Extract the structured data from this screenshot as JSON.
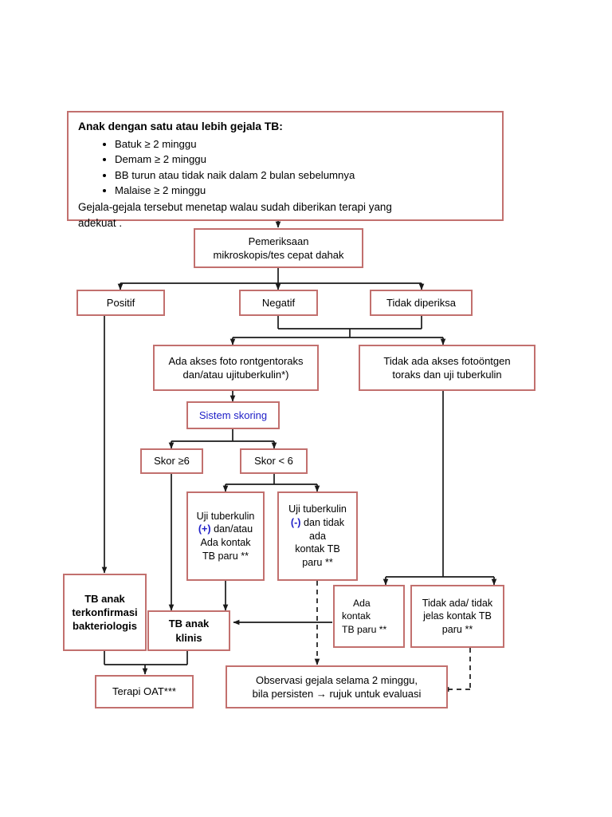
{
  "diagram": {
    "title": "Alur diagnosis TB anak",
    "colors": {
      "box_border": "#c2706e",
      "connector": "#1a1a1a",
      "accent_blue": "#2020c8",
      "background": "#ffffff"
    },
    "nodes": {
      "root": {
        "heading": "Anak dengan satu atau lebih gejala TB:",
        "bullets": [
          "Batuk ≥ 2 minggu",
          "Demam ≥ 2 minggu",
          "BB turun atau tidak naik dalam 2 bulan sebelumnya",
          "Malaise ≥ 2 minggu"
        ],
        "footer_line1": "Gejala-gejala tersebut menetap walau sudah diberikan terapi yang",
        "footer_line2": "adekuat ."
      },
      "pemeriksaan": {
        "line1": "Pemeriksaan",
        "line2": "mikroskopis/tes cepat dahak"
      },
      "positif": {
        "label": "Positif"
      },
      "negatif": {
        "label": "Negatif"
      },
      "tidak_diperiksa": {
        "label": "Tidak diperiksa"
      },
      "ada_akses": {
        "line1": "Ada akses foto rontgentoraks",
        "line2": "dan/atau ujituberkulin*)"
      },
      "tidak_ada_akses": {
        "line1": "Tidak ada akses fotoöntgen",
        "line2": "toraks dan uji tuberkulin"
      },
      "sistem_skoring": {
        "label": "Sistem skoring"
      },
      "skor_ge6": {
        "label": "Skor ≥6"
      },
      "skor_lt6": {
        "label": "Skor < 6"
      },
      "uji_pos": {
        "line1": "Uji tuberkulin",
        "sign": "(+)",
        "line2_rest": " dan/atau",
        "line3": "Ada kontak",
        "line4": "TB paru **"
      },
      "uji_neg": {
        "line1": "Uji tuberkulin",
        "sign": "(-)",
        "line2_rest": " dan tidak",
        "line3": "ada",
        "line4": "kontak TB",
        "line5": "paru **"
      },
      "tb_bakteriologis": {
        "line1": "TB anak",
        "line2": "terkonfirmasi",
        "line3": "bakteriologis"
      },
      "tb_klinis": {
        "line1": "TB anak",
        "line2": "klinis"
      },
      "ada_kontak": {
        "line1": "Ada",
        "line2": "kontak",
        "line3": "TB paru **"
      },
      "tidak_ada_kontak": {
        "line1": "Tidak ada/ tidak",
        "line2": "jelas kontak TB",
        "line3": "paru **"
      },
      "terapi_oat": {
        "label": "Terapi OAT***"
      },
      "observasi": {
        "line1": "Observasi gejala selama 2 minggu,",
        "line2": "bila persisten → rujuk untuk evaluasi"
      }
    }
  }
}
